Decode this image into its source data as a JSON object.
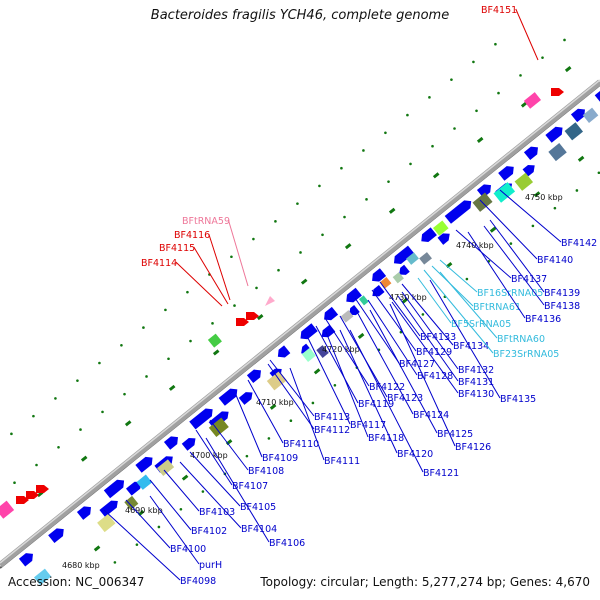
{
  "header": {
    "title": "Bacteroides fragilis YCH46, complete genome"
  },
  "footer": {
    "accession": "Accession: NC_006347",
    "stats": "Topology: circular; Length: 5,277,274 bp; Genes: 4,670"
  },
  "colors": {
    "background": "#ffffff",
    "backbone": "#a0a0a0",
    "cds": "#0000ee",
    "label_cds": "#0000cc",
    "label_rrna": "#33bbdd",
    "label_trna": "#ee7799",
    "label_red": "#dd0000",
    "ticks": "#117711",
    "dots": "#117711"
  },
  "scale_labels": [
    "4680 kbp",
    "4690 kbp",
    "4700 kbp",
    "4710 kbp",
    "4720 kbp",
    "4730 kbp",
    "4740 kbp",
    "4750 kbp"
  ],
  "gene_labels": [
    {
      "text": "BF4151",
      "kind": "red"
    },
    {
      "text": "BFtRNA59",
      "kind": "trna"
    },
    {
      "text": "BF4116",
      "kind": "red"
    },
    {
      "text": "BF4115",
      "kind": "red"
    },
    {
      "text": "BF4114",
      "kind": "red"
    },
    {
      "text": "BF4142",
      "kind": "cds"
    },
    {
      "text": "BF4140",
      "kind": "cds"
    },
    {
      "text": "BF4137",
      "kind": "cds"
    },
    {
      "text": "BF16SrRNA05",
      "kind": "rrna"
    },
    {
      "text": "BF4139",
      "kind": "cds"
    },
    {
      "text": "BFtRNA61",
      "kind": "rrna"
    },
    {
      "text": "BF4138",
      "kind": "cds"
    },
    {
      "text": "BF4136",
      "kind": "cds"
    },
    {
      "text": "BF5SrRNA05",
      "kind": "rrna"
    },
    {
      "text": "BF4133",
      "kind": "cds"
    },
    {
      "text": "BFtRNA60",
      "kind": "rrna"
    },
    {
      "text": "BF4134",
      "kind": "cds"
    },
    {
      "text": "BF4129",
      "kind": "cds"
    },
    {
      "text": "BF23SrRNA05",
      "kind": "rrna"
    },
    {
      "text": "BF4127",
      "kind": "cds"
    },
    {
      "text": "BF4132",
      "kind": "cds"
    },
    {
      "text": "BF4128",
      "kind": "cds"
    },
    {
      "text": "BF4131",
      "kind": "cds"
    },
    {
      "text": "BF4122",
      "kind": "cds"
    },
    {
      "text": "BF4130",
      "kind": "cds"
    },
    {
      "text": "BF4135",
      "kind": "cds"
    },
    {
      "text": "BF4119",
      "kind": "cds"
    },
    {
      "text": "BF4123",
      "kind": "cds"
    },
    {
      "text": "BF4113",
      "kind": "cds"
    },
    {
      "text": "BF4124",
      "kind": "cds"
    },
    {
      "text": "BF4117",
      "kind": "cds"
    },
    {
      "text": "BF4112",
      "kind": "cds"
    },
    {
      "text": "BF4125",
      "kind": "cds"
    },
    {
      "text": "BF4118",
      "kind": "cds"
    },
    {
      "text": "BF4110",
      "kind": "cds"
    },
    {
      "text": "BF4126",
      "kind": "cds"
    },
    {
      "text": "BF4109",
      "kind": "cds"
    },
    {
      "text": "BF4120",
      "kind": "cds"
    },
    {
      "text": "BF4111",
      "kind": "cds"
    },
    {
      "text": "BF4108",
      "kind": "cds"
    },
    {
      "text": "BF4121",
      "kind": "cds"
    },
    {
      "text": "BF4107",
      "kind": "cds"
    },
    {
      "text": "BF4103",
      "kind": "cds"
    },
    {
      "text": "BF4105",
      "kind": "cds"
    },
    {
      "text": "BF4102",
      "kind": "cds"
    },
    {
      "text": "BF4104",
      "kind": "cds"
    },
    {
      "text": "BF4106",
      "kind": "cds"
    },
    {
      "text": "BF4100",
      "kind": "cds"
    },
    {
      "text": "purH",
      "kind": "cds"
    },
    {
      "text": "BF4098",
      "kind": "cds"
    }
  ]
}
